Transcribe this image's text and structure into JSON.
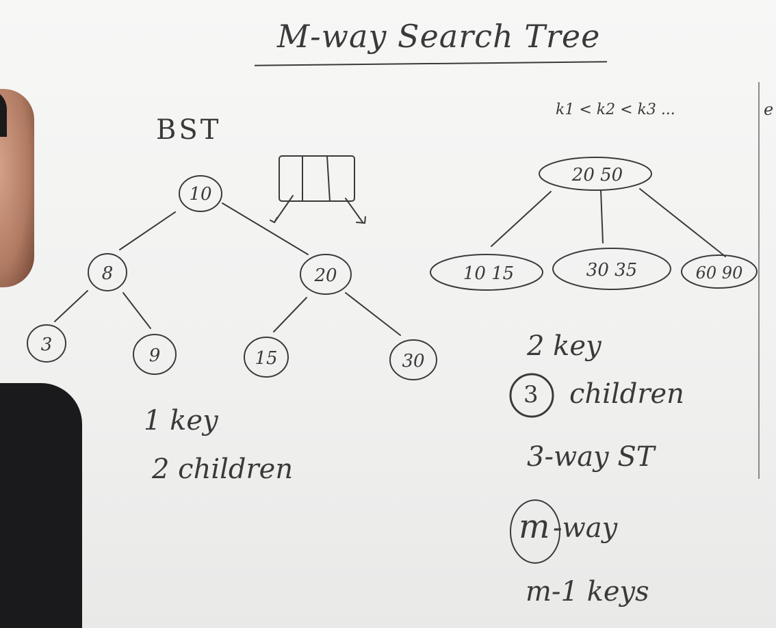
{
  "title": "M-way Search Tree",
  "bst": {
    "label": "BST",
    "nodes": [
      "10",
      "8",
      "20",
      "3",
      "9",
      "15",
      "30"
    ],
    "keys_note": "1 key",
    "children_note": "2 children"
  },
  "mway": {
    "order_note": "k1 < k2 < k3 ...",
    "root": "20 50",
    "children": [
      "10 15",
      "30 35",
      "60 90"
    ],
    "keys_note": "2 key",
    "children_count": "3",
    "children_word": "children",
    "three_way": "3-way ST",
    "m_symbol": "m",
    "m_way_suffix": "-way",
    "m_keys": "m-1 keys"
  },
  "edge_letter": "e"
}
